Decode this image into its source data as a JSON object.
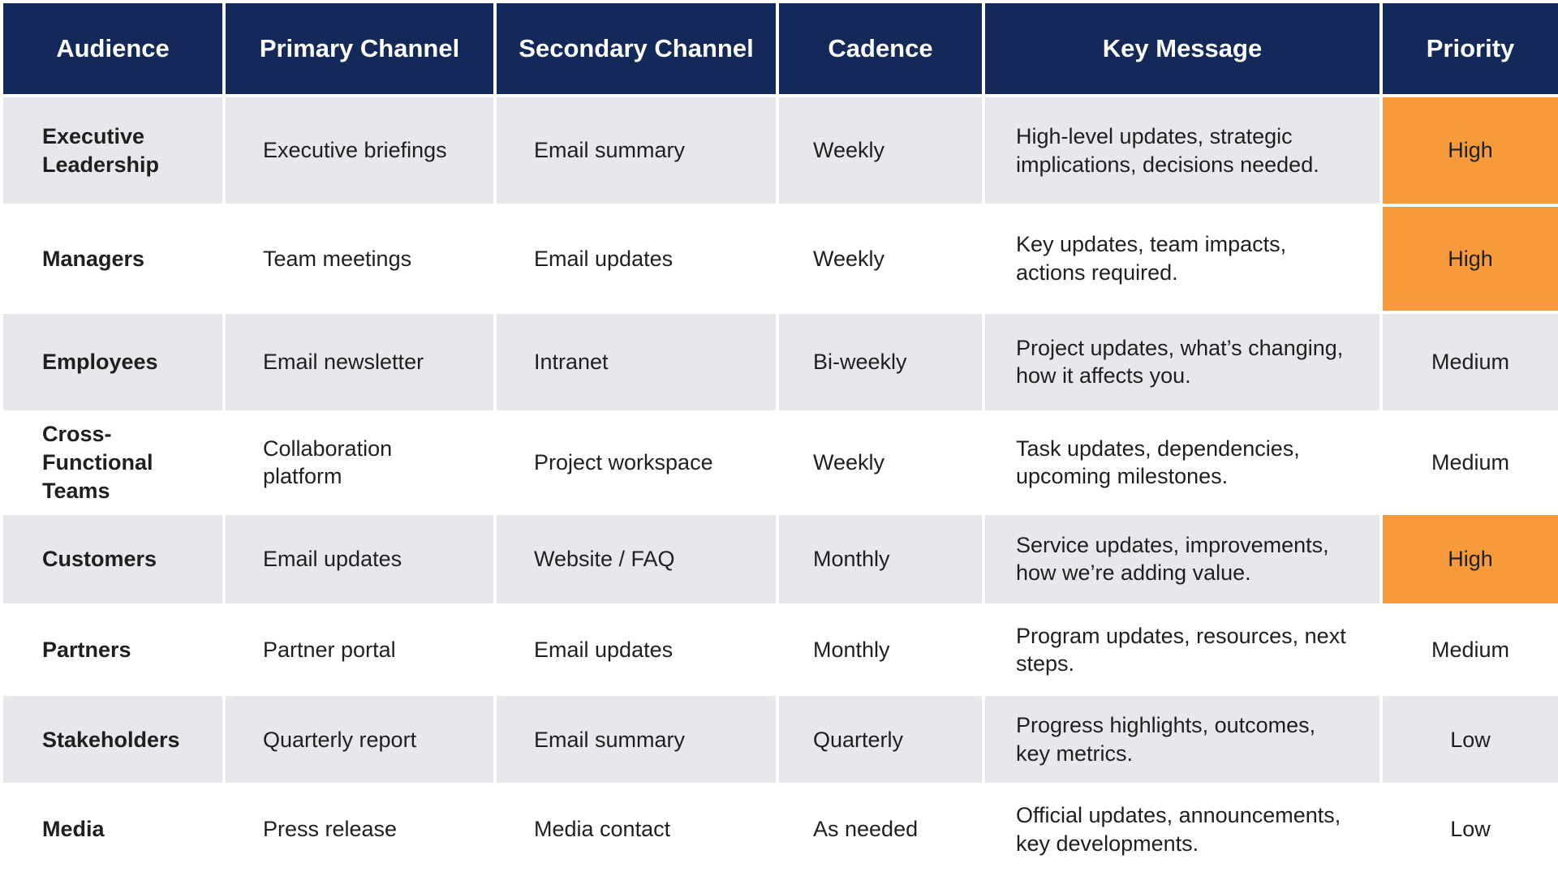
{
  "headers": [
    "Audience",
    "Primary Channel",
    "Secondary Channel",
    "Cadence",
    "Key Message",
    "Priority"
  ],
  "rows": [
    {
      "audience": "Executive Leadership",
      "primary": "Executive briefings",
      "secondary": "Email summary",
      "cadence": "Weekly",
      "message": "High-level updates, strategic implications, decisions needed.",
      "priority": "High"
    },
    {
      "audience": "Managers",
      "primary": "Team meetings",
      "secondary": "Email updates",
      "cadence": "Weekly",
      "message": "Key updates, team impacts, actions required.",
      "priority": "High"
    },
    {
      "audience": "Employees",
      "primary": "Email newsletter",
      "secondary": "Intranet",
      "cadence": "Bi-weekly",
      "message": "Project updates, what’s changing, how it affects you.",
      "priority": "Medium"
    },
    {
      "audience": "Cross-Functional Teams",
      "primary": "Collaboration platform",
      "secondary": "Project workspace",
      "cadence": "Weekly",
      "message": "Task updates, dependencies, upcoming milestones.",
      "priority": "Medium"
    },
    {
      "audience": "Customers",
      "primary": "Email updates",
      "secondary": "Website / FAQ",
      "cadence": "Monthly",
      "message": "Service updates, improvements, how we’re adding value.",
      "priority": "High"
    },
    {
      "audience": "Partners",
      "primary": "Partner portal",
      "secondary": "Email updates",
      "cadence": "Monthly",
      "message": "Program updates, resources, next steps.",
      "priority": "Medium"
    },
    {
      "audience": "Stakeholders",
      "primary": "Quarterly report",
      "secondary": "Email summary",
      "cadence": "Quarterly",
      "message": "Progress highlights, outcomes, key metrics.",
      "priority": "Low"
    },
    {
      "audience": "Media",
      "primary": "Press release",
      "secondary": "Media contact",
      "cadence": "As needed",
      "message": "Official updates, announcements, key developments.",
      "priority": "Low"
    }
  ],
  "colors": {
    "header_bg": "#12295a",
    "header_text": "#ffffff",
    "row_shaded": "#e6e8ec",
    "row_plain": "#ffffff",
    "priority_high": "#f79a3c"
  }
}
